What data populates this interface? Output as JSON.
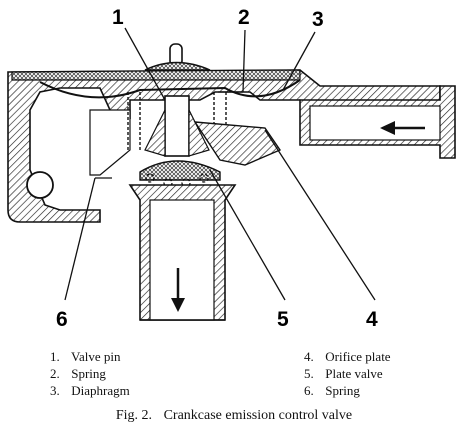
{
  "callouts": [
    "1",
    "2",
    "3",
    "4",
    "5",
    "6"
  ],
  "legend_left": [
    {
      "num": "1.",
      "label": "Valve pin"
    },
    {
      "num": "2.",
      "label": "Spring"
    },
    {
      "num": "3.",
      "label": "Diaphragm"
    }
  ],
  "legend_right": [
    {
      "num": "4.",
      "label": "Orifice plate"
    },
    {
      "num": "5.",
      "label": "Plate valve"
    },
    {
      "num": "6.",
      "label": "Spring"
    }
  ],
  "caption": {
    "fig": "Fig. 2.",
    "title": "Crankcase emission control valve"
  }
}
